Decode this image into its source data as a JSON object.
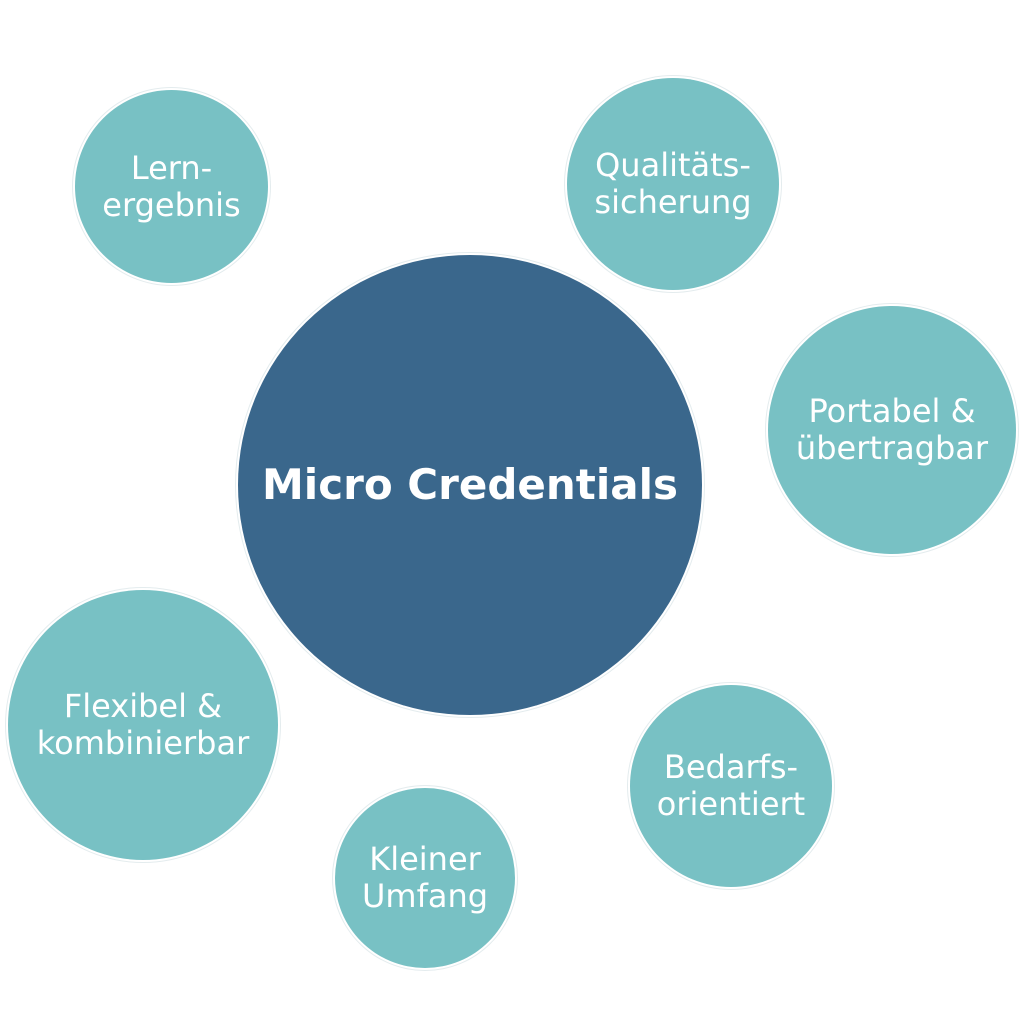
{
  "diagram": {
    "colors": {
      "center": "#3a678c",
      "outer": "#78c1c4",
      "text": "#ffffff"
    },
    "center": {
      "lines": [
        "Micro Credentials"
      ]
    },
    "nodes": [
      {
        "lines": [
          "Lern-",
          "ergebnis"
        ]
      },
      {
        "lines": [
          "Qualitäts-",
          "sicherung"
        ]
      },
      {
        "lines": [
          "Portabel &",
          "übertragbar"
        ]
      },
      {
        "lines": [
          "Flexibel &",
          "kombinierbar"
        ]
      },
      {
        "lines": [
          "Kleiner",
          "Umfang"
        ]
      },
      {
        "lines": [
          "Bedarfs-",
          "orientiert"
        ]
      }
    ]
  }
}
